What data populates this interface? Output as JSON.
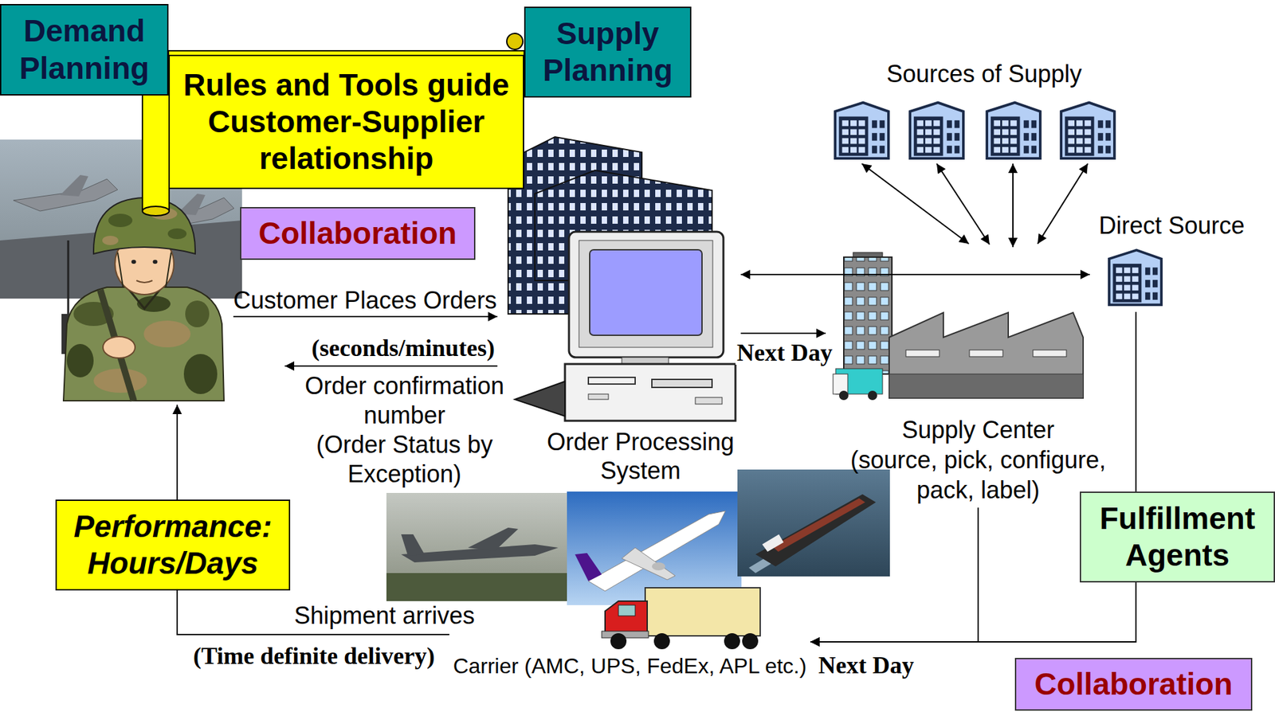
{
  "diagram": {
    "nodes": [
      {
        "text": [
          "Demand Planning"
        ]
      },
      {
        "text": [
          "Rules and Tools guide Customer-Supplier relationship"
        ]
      },
      {
        "text": [
          "Supply Planning"
        ]
      },
      {
        "text": [
          "Sources of Supply"
        ]
      },
      {
        "text": [
          "Collaboration"
        ]
      },
      {
        "text": [
          "Direct Source"
        ]
      },
      {
        "text": [
          "Order Processing System"
        ]
      },
      {
        "text": [
          "Supply Center",
          "(source, pick, configure, pack, label)"
        ]
      },
      {
        "text": [
          "Performance: Hours/Days"
        ]
      },
      {
        "text": [
          "Fulfillment Agents"
        ]
      },
      {
        "text": [
          "Carrier (AMC, UPS, FedEx, APL etc.)"
        ]
      },
      {
        "text": [
          "Collaboration"
        ]
      }
    ],
    "edges": [
      {
        "from": 6,
        "to": 7,
        "label": "Next Day",
        "arrow": "to"
      },
      {
        "from": 6,
        "to": 5,
        "arrow": "both"
      },
      {
        "from": 3,
        "to": 7,
        "arrow": "both"
      },
      {
        "from": 7,
        "to": 10,
        "label": "Next Day",
        "arrow": "to"
      },
      {
        "from": 5,
        "to": 10,
        "arrow": "to"
      },
      {
        "from": 10,
        "to": 8,
        "label": "Shipment arrives",
        "arrow": "none"
      }
    ],
    "labels": [
      "Customer Places Orders",
      "(seconds/minutes)",
      "Order confirmation number",
      "(Order Status by Exception)",
      "(Time definite delivery)"
    ]
  }
}
